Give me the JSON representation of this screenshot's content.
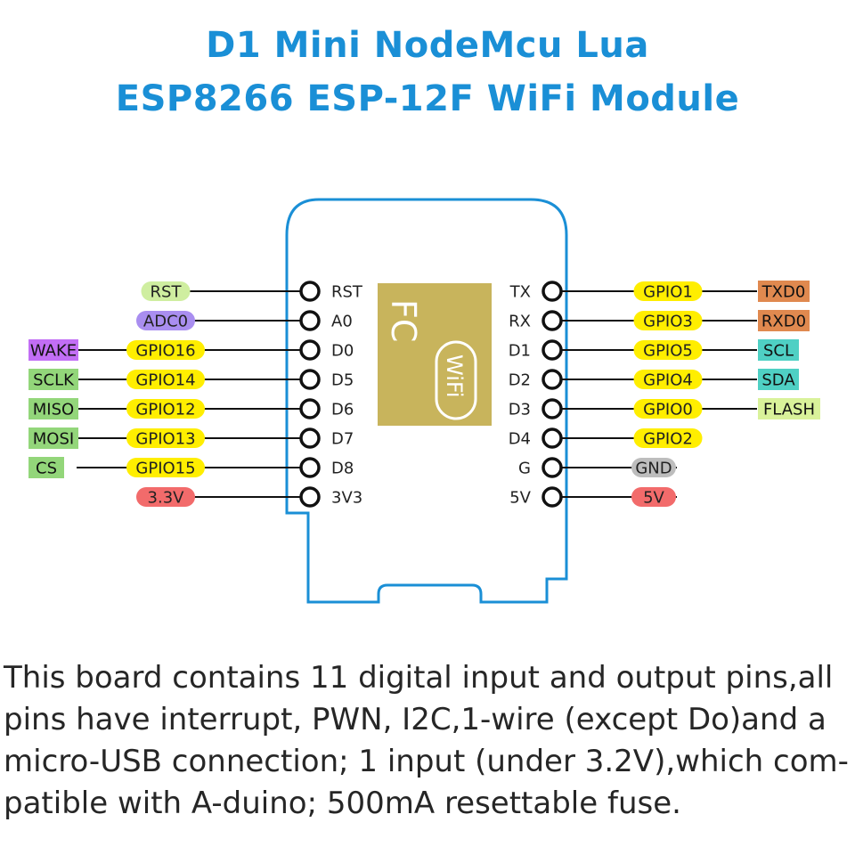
{
  "title": {
    "line1": "D1 Mini NodeMcu Lua",
    "line2": "ESP8266 ESP-12F WiFi Module"
  },
  "colors": {
    "title": "#1a8fd6",
    "board_outline": "#1a8fd6",
    "chip": "#c8b45c",
    "gpio": "#ffee00",
    "power": "#f26b6b",
    "ground": "#bdbdbd",
    "uart": "#e0894f",
    "i2c": "#4fd0c4",
    "spi": "#93d67a",
    "flash": "#d9f29a",
    "wake": "#c26ef5",
    "adc": "#a98ef0",
    "reset": "#cfeea0"
  },
  "board": {
    "chip_label": "FC",
    "wifi_label": "WiFi",
    "left_pins": [
      {
        "pin": "RST",
        "gpio": "RST",
        "gpio_type": "reset",
        "func": "",
        "func_type": ""
      },
      {
        "pin": "A0",
        "gpio": "ADC0",
        "gpio_type": "adc",
        "func": "",
        "func_type": ""
      },
      {
        "pin": "D0",
        "gpio": "GPIO16",
        "gpio_type": "gpio",
        "func": "WAKE",
        "func_type": "wake"
      },
      {
        "pin": "D5",
        "gpio": "GPIO14",
        "gpio_type": "gpio",
        "func": "SCLK",
        "func_type": "spi"
      },
      {
        "pin": "D6",
        "gpio": "GPIO12",
        "gpio_type": "gpio",
        "func": "MISO",
        "func_type": "spi"
      },
      {
        "pin": "D7",
        "gpio": "GPIO13",
        "gpio_type": "gpio",
        "func": "MOSI",
        "func_type": "spi"
      },
      {
        "pin": "D8",
        "gpio": "GPIO15",
        "gpio_type": "gpio",
        "func": "CS",
        "func_type": "spi"
      },
      {
        "pin": "3V3",
        "gpio": "3.3V",
        "gpio_type": "power",
        "func": "",
        "func_type": ""
      }
    ],
    "right_pins": [
      {
        "pin": "TX",
        "gpio": "GPIO1",
        "gpio_type": "gpio",
        "func": "TXD0",
        "func_type": "uart"
      },
      {
        "pin": "RX",
        "gpio": "GPIO3",
        "gpio_type": "gpio",
        "func": "RXD0",
        "func_type": "uart"
      },
      {
        "pin": "D1",
        "gpio": "GPIO5",
        "gpio_type": "gpio",
        "func": "SCL",
        "func_type": "i2c"
      },
      {
        "pin": "D2",
        "gpio": "GPIO4",
        "gpio_type": "gpio",
        "func": "SDA",
        "func_type": "i2c"
      },
      {
        "pin": "D3",
        "gpio": "GPIO0",
        "gpio_type": "gpio",
        "func": "FLASH",
        "func_type": "flash"
      },
      {
        "pin": "D4",
        "gpio": "GPIO2",
        "gpio_type": "gpio",
        "func": "",
        "func_type": ""
      },
      {
        "pin": "G",
        "gpio": "GND",
        "gpio_type": "ground",
        "func": "",
        "func_type": ""
      },
      {
        "pin": "5V",
        "gpio": "5V",
        "gpio_type": "power",
        "func": "",
        "func_type": ""
      }
    ]
  },
  "description": {
    "lines": [
      "This board contains 11 digital input and output pins,all",
      "pins have interrupt, PWN, I2C,1-wire (except Do)and a",
      "micro-USB connection; 1 input (under 3.2V),which com-",
      "patible with A-duino; 500mA resettable fuse."
    ]
  }
}
